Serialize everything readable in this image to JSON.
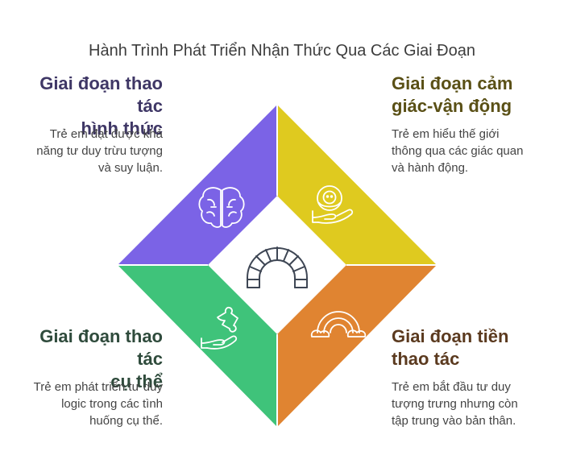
{
  "title": "Hành Trình Phát Triển Nhận Thức Qua Các Giai Đoạn",
  "stages": {
    "formal": {
      "title_line1": "Giai đoạn thao tác",
      "title_line2": "hình thức",
      "desc_line1": "Trẻ em đạt được khả",
      "desc_line2": "năng tư duy trừu tượng",
      "desc_line3": "và suy luận.",
      "color": "#7b63e6",
      "title_color": "#3f3766",
      "icon": "brain-icon"
    },
    "sensorimotor": {
      "title_line1": "Giai đoạn cảm",
      "title_line2": "giác-vận động",
      "desc_line1": "Trẻ em hiểu thế giới",
      "desc_line2": "thông qua các giác quan",
      "desc_line3": "và hành động.",
      "color": "#dfca1f",
      "title_color": "#5a5016",
      "icon": "baby-in-hand-icon"
    },
    "concrete": {
      "title_line1": "Giai đoạn thao tác",
      "title_line2": "cụ thể",
      "desc_line1": "Trẻ em phát triển tư duy",
      "desc_line2": "logic trong các tình",
      "desc_line3": "huống cụ thể.",
      "color": "#3fc37a",
      "title_color": "#2f4b3c",
      "icon": "puzzle-hand-icon"
    },
    "preoperational": {
      "title_line1": "Giai đoạn tiền",
      "title_line2": "thao tác",
      "desc_line1": "Trẻ em bắt đầu tư duy",
      "desc_line2": "tượng trưng nhưng còn",
      "desc_line3": "tập trung vào bản thân.",
      "color": "#e08431",
      "title_color": "#5b3a1f",
      "icon": "rainbow-icon"
    }
  },
  "center_icon": "arch-icon"
}
